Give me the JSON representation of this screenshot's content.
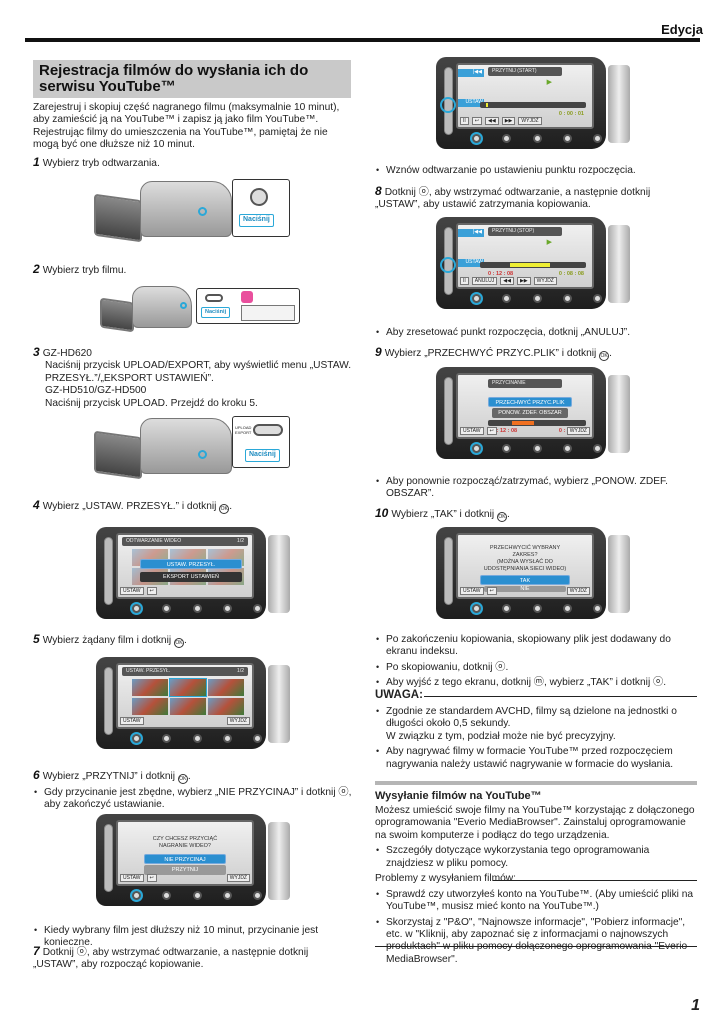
{
  "header": {
    "section": "Edycja"
  },
  "title": "Rejestracja filmów do wysłania ich do serwisu YouTube™",
  "intro": [
    "Zarejestruj i skopiuj część nagranego filmu (maksymalnie 10 minut), aby zamieścić ją na YouTube™ i zapisz ją jako film YouTube™.",
    "Rejestrując filmy do umieszczenia na YouTube™, pamiętaj że nie mogą być one dłuższe niż 10 minut."
  ],
  "steps": {
    "s1": {
      "num": "1",
      "text": "Wybierz tryb odtwarzania."
    },
    "s2": {
      "num": "2",
      "text": "Wybierz tryb filmu."
    },
    "s3": {
      "num": "3",
      "lines": [
        "GZ-HD620",
        "Naciśnij przycisk UPLOAD/EXPORT, aby wyświetlić menu „USTAW. PRZESYŁ.”/„EKSPORT USTAWIEŃ”.",
        "GZ-HD510/GZ-HD500",
        "Naciśnij przycisk UPLOAD. Przejdź do kroku 5."
      ]
    },
    "s4": {
      "num": "4",
      "text": "Wybierz „USTAW. PRZESYŁ.” i dotknij"
    },
    "s5": {
      "num": "5",
      "text": "Wybierz żądany film i dotknij"
    },
    "s6": {
      "num": "6",
      "text": "Wybierz „PRZYTNIJ” i dotknij",
      "bullet": "Gdy przycinanie jest zbędne, wybierz „NIE PRZYCINAJ” i dotknij ⓞ, aby zakończyć ustawianie.",
      "bullet2": "Kiedy wybrany film jest dłuższy niż 10 minut, przycinanie jest konieczne."
    },
    "s7": {
      "num": "7",
      "text": "Dotknij ⓞ, aby wstrzymać odtwarzanie, a następnie dotknij „USTAW”, aby rozpocząć kopiowanie.",
      "bullet": "Wznów odtwarzanie po ustawieniu punktu rozpoczęcia."
    },
    "s8": {
      "num": "8",
      "text": "Dotknij ⓞ, aby wstrzymać odtwarzanie, a następnie dotknij „USTAW”, aby ustawić zatrzymania kopiowania.",
      "bullet": "Aby zresetować punkt rozpoczęcia, dotknij „ANULUJ”."
    },
    "s9": {
      "num": "9",
      "text": "Wybierz „PRZECHWYĆ PRZYC.PLIK” i dotknij",
      "bullet": "Aby ponownie rozpocząć/zatrzymać, wybierz „PONOW. ZDEF. OBSZAR”."
    },
    "s10": {
      "num": "10",
      "text": "Wybierz „TAK” i dotknij",
      "bullets": [
        "Po zakończeniu kopiowania, skopiowany plik jest dodawany do ekranu indeksu.",
        "Po skopiowaniu, dotknij ⓞ.",
        "Aby wyjść z tego ekranu, dotknij ⓜ, wybierz „TAK” i dotknij ⓞ."
      ]
    }
  },
  "illustrations": {
    "press_label": "Naciśnij",
    "upload_label": "UPLOAD EXPORT"
  },
  "screens": {
    "scr4": {
      "header": "ODTWARZANIE WIDEO",
      "count": "1/2",
      "items": [
        "USTAW. PRZESYŁ.",
        "EKSPORT USTAWIEŃ"
      ],
      "keys": [
        "USTAW",
        "↩"
      ]
    },
    "scr5": {
      "header": "USTAW. PRZESYŁ.",
      "count": "1/2",
      "keys": [
        "USTAW",
        "WYJDŹ"
      ]
    },
    "scr6": {
      "msg": [
        "CZY CHCESZ PRZYCIĄĆ",
        "NAGRANIE WIDEO?"
      ],
      "options": [
        "NIE PRZYCINAJ",
        "PRZYTNIJ"
      ],
      "keys": [
        "USTAW",
        "↩",
        "WYJDŹ"
      ]
    },
    "scr7": {
      "header": "PRZYTNIJ (START)",
      "set": "USTAW",
      "time": "0 : 00 : 01",
      "keys": [
        "II",
        "↩",
        "◀◀",
        "▶▶",
        "WYJDŹ"
      ]
    },
    "scr8": {
      "header": "PRZYTNIJ (STOP)",
      "set": "USTAW",
      "time_start": "0 : 12 : 08",
      "time_end": "0 : 08 : 08",
      "keys": [
        "II",
        "ANULUJ",
        "◀◀",
        "▶▶",
        "WYJDŹ"
      ]
    },
    "scr9": {
      "header": "PRZYCINANIE",
      "options": [
        "PRZECHWYĆ PRZYC.PLIK",
        "PONOW. ZDEF. OBSZAR"
      ],
      "time_start": "0 : 12 : 08",
      "time_end": "0 : 08 : 05",
      "keys": [
        "USTAW",
        "↩",
        "WYJDŹ"
      ]
    },
    "scr10": {
      "msg": [
        "PRZECHWYCIĆ WYBRANY",
        "ZAKRES?",
        "(MOŻNA WYSŁAĆ DO",
        "UDOSTĘPNIANIA SIECI WIDEO)"
      ],
      "options": [
        "TAK",
        "NIE"
      ],
      "keys": [
        "USTAW",
        "↩",
        "WYJDŹ"
      ]
    }
  },
  "note": {
    "heading": "UWAGA:",
    "bullets": [
      "Zgodnie ze standardem AVCHD, filmy są dzielone na jednostki o długości około 0,5 sekundy.",
      "W związku z tym, podział może nie być precyzyjny.",
      "Aby nagrywać filmy w formacie YouTube™ przed rozpoczęciem nagrywania należy ustawić nagrywanie w formacie do wysłania."
    ]
  },
  "upload_section": {
    "heading": "Wysyłanie filmów na YouTube™",
    "body": "Możesz umieścić swoje filmy na YouTube™ korzystając z dołączonego oprogramowania \"Everio MediaBrowser\". Zainstaluj oprogramowanie na swoim komputerze i podłącz do tego urządzenia.",
    "bullet": "Szczegóły dotyczące wykorzystania tego oprogramowania znajdziesz w pliku pomocy.",
    "problems_label": "Problemy z wysyłaniem filmów:",
    "problems": [
      "Sprawdź czy utworzyłeś konto na YouTube™. (Aby umieścić pliki na YouTube™, musisz mieć konto na YouTube™.)",
      "Skorzystaj z \"P&O\", \"Najnowsze informacje\", \"Pobierz informacje\", etc. w \"Kliknij, aby zapoznać się z informacjami o najnowszych produktach\" w pliku pomocy dołączonego oprogramowania \"Everio MediaBrowser\"."
    ]
  },
  "footer": {
    "page_number": "1"
  }
}
